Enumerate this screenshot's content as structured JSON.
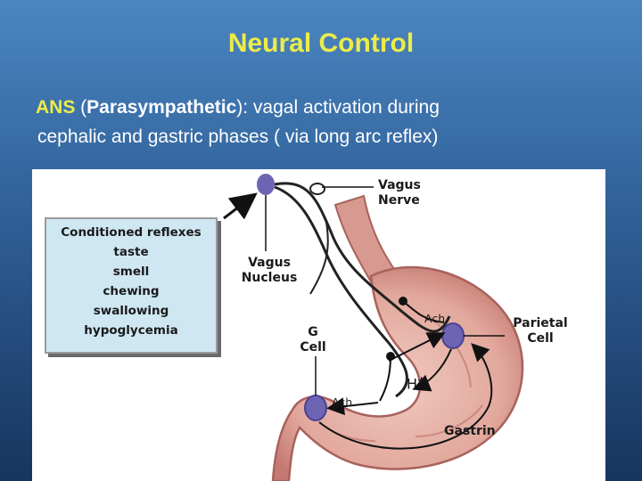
{
  "slide": {
    "title": "Neural Control",
    "body": {
      "ans": "ANS",
      "paren_open": " (",
      "parasympathetic": "Parasympathetic",
      "line1_rest": "): vagal activation during",
      "line2": "cephalic and gastric phases ( via long arc reflex)"
    }
  },
  "diagram": {
    "reflex_box": {
      "title": "Conditioned reflexes",
      "items": [
        "taste",
        "smell",
        "chewing",
        "swallowing",
        "hypoglycemia"
      ]
    },
    "labels": {
      "vagus_nerve_1": "Vagus",
      "vagus_nerve_2": "Nerve",
      "vagus_nucleus_1": "Vagus",
      "vagus_nucleus_2": "Nucleus",
      "g_cell_1": "G",
      "g_cell_2": "Cell",
      "parietal_cell_1": "Parietal",
      "parietal_cell_2": "Cell",
      "ach_upper": "Ach",
      "ach_lower": "Ach",
      "h_plus": "H",
      "h_plus_sup": "+",
      "gastrin": "Gastrin"
    },
    "colors": {
      "stomach_outer": "#c9857f",
      "stomach_inner": "#e8b8ae",
      "cell_purple": "#6e64b4",
      "nerve": "#222222"
    }
  }
}
